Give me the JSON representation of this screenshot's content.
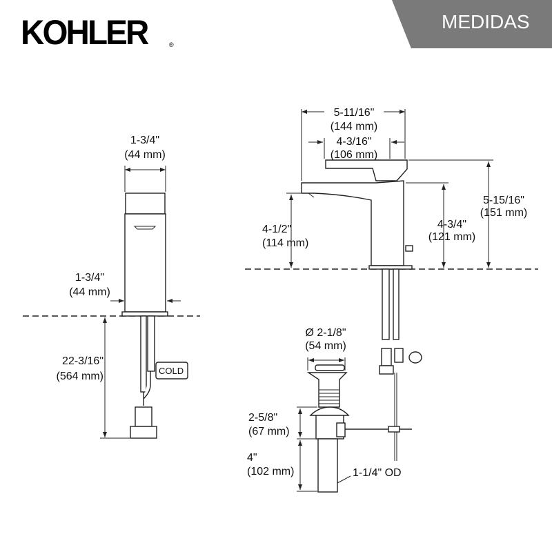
{
  "header": {
    "brand": "KOHLER",
    "registered": "®",
    "section_label": "MEDIDAS"
  },
  "front_view": {
    "top_width": [
      "1-3/4\"",
      "(44 mm)"
    ],
    "base_width": [
      "1-3/4\"",
      "(44 mm)"
    ],
    "supply_length": [
      "22-3/16\"",
      "(564 mm)"
    ],
    "cold_label": "COLD"
  },
  "side_view": {
    "overall_depth": [
      "5-11/16\"",
      "(144 mm)"
    ],
    "spout_reach": [
      "4-3/16\"",
      "(106 mm)"
    ],
    "overall_height": [
      "5-15/16\"",
      "(151 mm)"
    ],
    "body_height": [
      "4-3/4\"",
      "(121 mm)"
    ],
    "spout_height": [
      "4-1/2\"",
      "(114 mm)"
    ]
  },
  "drain": {
    "diameter": [
      "Ø 2-1/8\"",
      "(54 mm)"
    ],
    "upper_length": [
      "2-5/8\"",
      "(67 mm)"
    ],
    "tailpiece_length": [
      "4\"",
      "(102 mm)"
    ],
    "tailpiece_od": "1-1/4\" OD"
  }
}
